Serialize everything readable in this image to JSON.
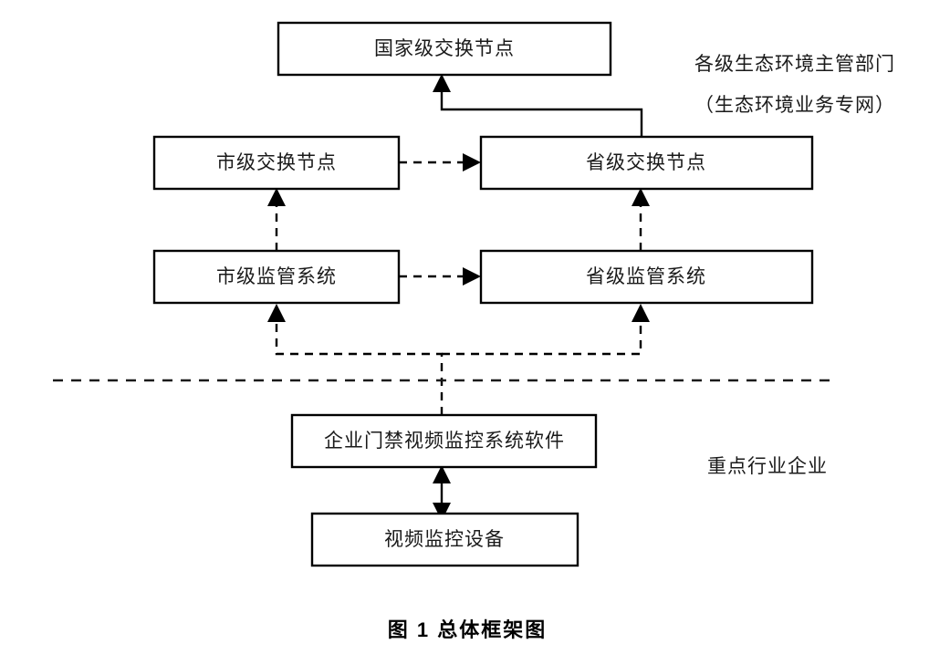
{
  "figure": {
    "caption": "图 1  总体框架图",
    "background_color": "#ffffff",
    "line_color": "#000000",
    "text_color": "#1a1a1a"
  },
  "zones": [
    {
      "id": "authority-zone",
      "label_line1": "各级生态环境主管部门",
      "label_line2": "（生态环境业务专网）"
    },
    {
      "id": "enterprise-zone",
      "label_line1": "重点行业企业"
    }
  ],
  "nodes": [
    {
      "id": "national-exchange-node",
      "label": "国家级交换节点"
    },
    {
      "id": "city-exchange-node",
      "label": "市级交换节点"
    },
    {
      "id": "province-exchange-node",
      "label": "省级交换节点"
    },
    {
      "id": "city-supervision-system",
      "label": "市级监管系统"
    },
    {
      "id": "province-supervision-system",
      "label": "省级监管系统"
    },
    {
      "id": "enterprise-access-video-software",
      "label": "企业门禁视频监控系统软件"
    },
    {
      "id": "video-surveillance-device",
      "label": "视频监控设备"
    }
  ],
  "connections": [
    {
      "id": "province-exchange-to-national-exchange",
      "style": "solid",
      "arrows": "single"
    },
    {
      "id": "city-exchange-to-province-exchange",
      "style": "dashed",
      "arrows": "single"
    },
    {
      "id": "city-supervision-to-city-exchange",
      "style": "dashed",
      "arrows": "single"
    },
    {
      "id": "city-supervision-to-province-supervision",
      "style": "dashed",
      "arrows": "single"
    },
    {
      "id": "province-supervision-to-province-exchange",
      "style": "dashed",
      "arrows": "single"
    },
    {
      "id": "enterprise-software-to-supervision-bus",
      "style": "dashed",
      "arrows": "single"
    },
    {
      "id": "enterprise-software-to-video-device",
      "style": "solid",
      "arrows": "double"
    }
  ],
  "divider": {
    "id": "network-boundary-divider",
    "style": "dashed"
  }
}
